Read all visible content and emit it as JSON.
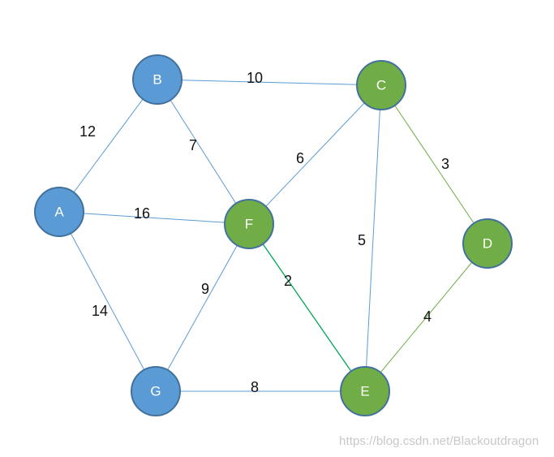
{
  "graph": {
    "colors": {
      "blue_fill": "#5b9bd5",
      "green_fill": "#70ad47",
      "node_stroke": "#41719c",
      "blue_edge": "#5b9bd5",
      "green_edge": "#70ad47",
      "dark_green_edge": "#00a651"
    },
    "nodes": [
      {
        "id": "A",
        "label": "A",
        "group": "blue"
      },
      {
        "id": "B",
        "label": "B",
        "group": "blue"
      },
      {
        "id": "C",
        "label": "C",
        "group": "green"
      },
      {
        "id": "D",
        "label": "D",
        "group": "green"
      },
      {
        "id": "E",
        "label": "E",
        "group": "green"
      },
      {
        "id": "F",
        "label": "F",
        "group": "green"
      },
      {
        "id": "G",
        "label": "G",
        "group": "blue"
      }
    ],
    "edges": [
      {
        "from": "A",
        "to": "B",
        "weight": "12",
        "color": "blue"
      },
      {
        "from": "B",
        "to": "C",
        "weight": "10",
        "color": "blue"
      },
      {
        "from": "B",
        "to": "F",
        "weight": "7",
        "color": "blue"
      },
      {
        "from": "A",
        "to": "F",
        "weight": "16",
        "color": "blue"
      },
      {
        "from": "A",
        "to": "G",
        "weight": "14",
        "color": "blue"
      },
      {
        "from": "F",
        "to": "C",
        "weight": "6",
        "color": "blue"
      },
      {
        "from": "C",
        "to": "D",
        "weight": "3",
        "color": "green"
      },
      {
        "from": "C",
        "to": "E",
        "weight": "5",
        "color": "blue"
      },
      {
        "from": "F",
        "to": "E",
        "weight": "2",
        "color": "dark_green"
      },
      {
        "from": "F",
        "to": "G",
        "weight": "9",
        "color": "blue"
      },
      {
        "from": "G",
        "to": "E",
        "weight": "8",
        "color": "blue"
      },
      {
        "from": "D",
        "to": "E",
        "weight": "4",
        "color": "green"
      }
    ]
  },
  "watermark": "https://blog.csdn.net/Blackoutdragon"
}
